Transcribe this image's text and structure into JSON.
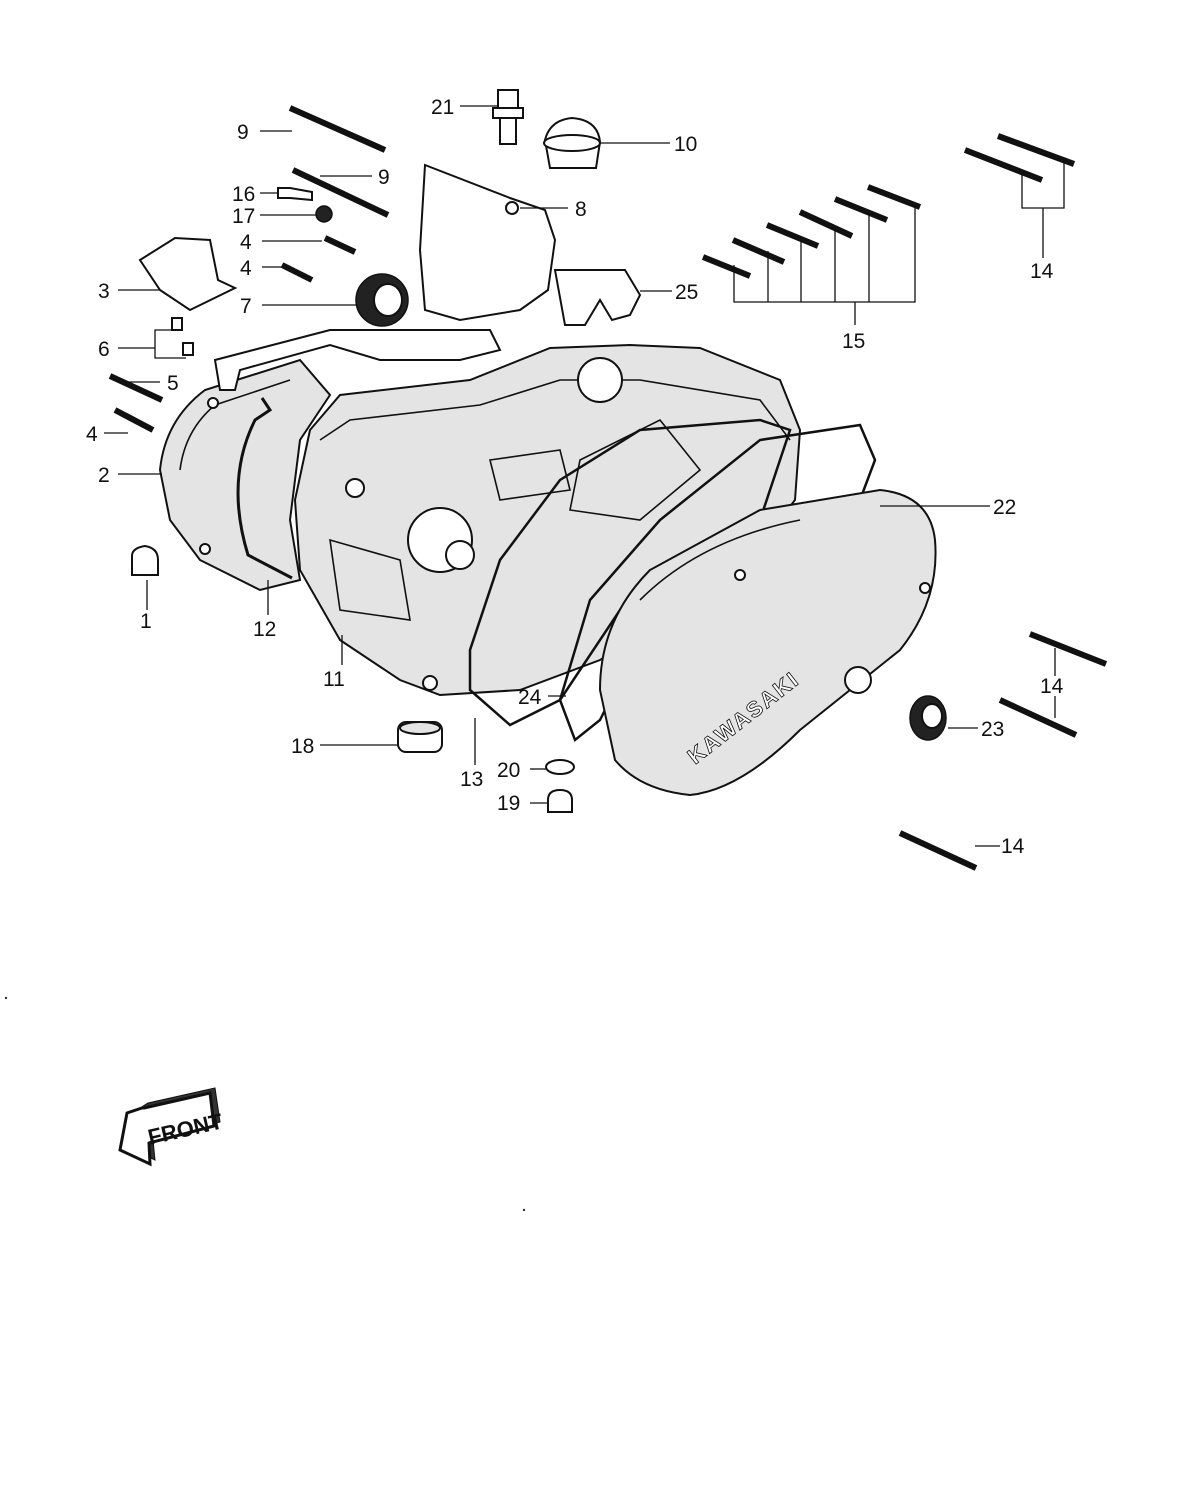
{
  "labels": {
    "l1": "1",
    "l2": "2",
    "l3": "3",
    "l4a": "4",
    "l4b": "4",
    "l4c": "4",
    "l5": "5",
    "l6": "6",
    "l7": "7",
    "l8": "8",
    "l9a": "9",
    "l9b": "9",
    "l10": "10",
    "l11": "11",
    "l12": "12",
    "l13": "13",
    "l14a": "14",
    "l14b": "14",
    "l14c": "14",
    "l15": "15",
    "l16": "16",
    "l17": "17",
    "l18": "18",
    "l19": "19",
    "l20": "20",
    "l21": "21",
    "l22": "22",
    "l23": "23",
    "l24": "24",
    "l25": "25"
  },
  "cover_brand": "KAWASAKI",
  "front_arrow": "FRONT"
}
